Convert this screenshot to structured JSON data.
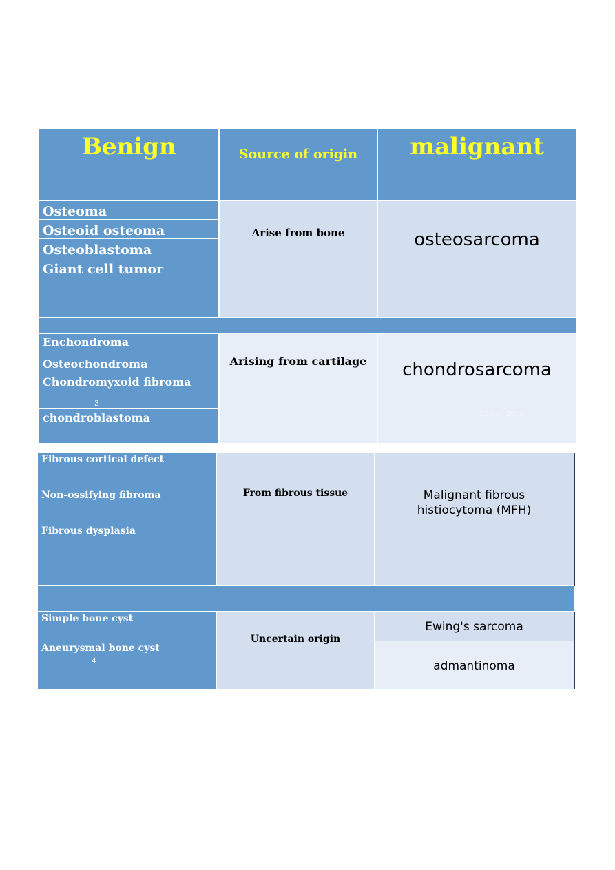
{
  "table1": {
    "headers": {
      "benign": "Benign",
      "source": "Source of origin",
      "malignant": "malignant"
    },
    "groups": [
      {
        "benign": [
          "Osteoma",
          "Osteoid osteoma",
          "Osteoblastoma",
          "Giant cell tumor"
        ],
        "origin": "Arise from bone",
        "malignant": "osteosarcoma"
      },
      {
        "benign": [
          "Enchondroma",
          "Osteochondroma",
          "Chondromyxoid fibroma",
          "chondroblastoma"
        ],
        "origin": "Arising from cartilage",
        "malignant": "chondrosarcoma",
        "page_number": "3",
        "watermark": "12 July 2015"
      }
    ]
  },
  "table2": {
    "groups": [
      {
        "benign": [
          "Fibrous cortical defect",
          "Non-ossifying fibroma",
          "Fibrous dysplasia"
        ],
        "origin": "From fibrous tissue",
        "malignant_line1": "Malignant fibrous",
        "malignant_line2": "histiocytoma (MFH)"
      },
      {
        "benign": [
          "Simple bone cyst",
          "Aneurysmal bone cyst"
        ],
        "origin": "Uncertain origin",
        "malignant": [
          "Ewing's sarcoma",
          "admantinoma"
        ],
        "page_number": "4"
      }
    ]
  }
}
